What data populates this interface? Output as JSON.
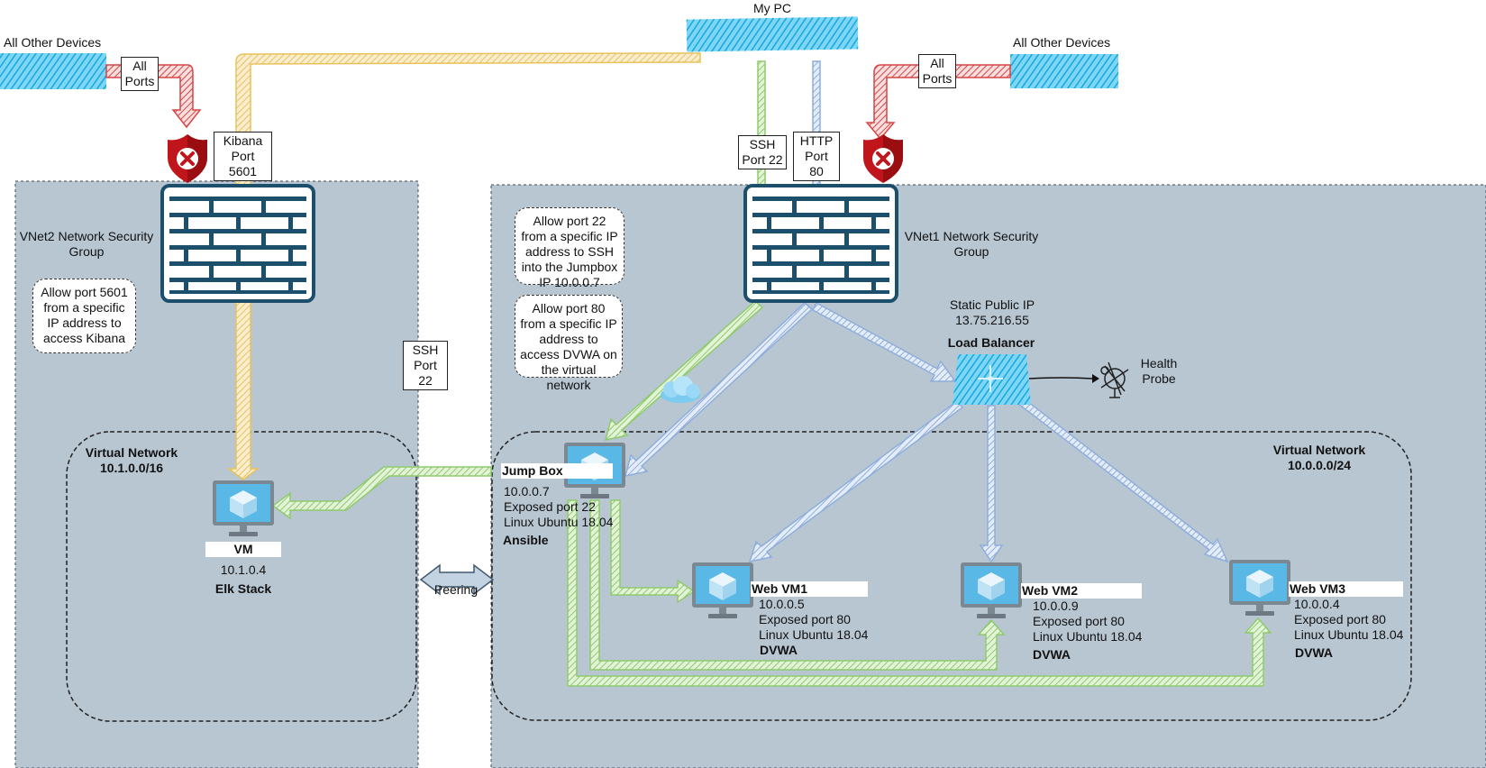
{
  "my_pc": {
    "label": "My PC"
  },
  "other_devices_left": {
    "label": "All Other Devices",
    "ports": "All Ports"
  },
  "other_devices_right": {
    "label": "All Other Devices",
    "ports": "All Ports"
  },
  "kibana_port": "Kibana Port 5601",
  "ssh_port_top": "SSH Port 22",
  "http_port": "HTTP Port 80",
  "ssh_port_mid": "SSH Port 22",
  "vnet2": {
    "title": "VNet2 Network Security Group",
    "note": "Allow port 5601 from a specific IP address to access Kibana",
    "virtual_network": "Virtual Network 10.1.0.0/16",
    "vm": {
      "name": "VM",
      "ip": "10.1.0.4",
      "role": "Elk Stack"
    }
  },
  "vnet1": {
    "title": "VNet1 Network Security Group",
    "note_ssh": "Allow port 22 from a specific IP address to SSH into the Jumpbox IP 10.0.0.7",
    "note_http": "Allow port 80 from a specific IP address to access DVWA on the virtual network",
    "virtual_network": "Virtual Network 10.0.0.0/24",
    "static_ip": "Static Public IP 13.75.216.55",
    "load_balancer": "Load Balancer",
    "health_probe": "Health Probe",
    "jump_box": {
      "name": "Jump Box",
      "ip": "10.0.0.7",
      "port": "Exposed port 22",
      "os": "Linux Ubuntu 18.04",
      "role": "Ansible"
    },
    "web_vms": [
      {
        "name": "Web VM1",
        "ip": "10.0.0.5",
        "port": "Exposed port 80",
        "os": "Linux Ubuntu 18.04",
        "role": "DVWA"
      },
      {
        "name": "Web VM2",
        "ip": "10.0.0.9",
        "port": "Exposed port 80",
        "os": "Linux Ubuntu 18.04",
        "role": "DVWA"
      },
      {
        "name": "Web VM3",
        "ip": "10.0.0.4",
        "port": "Exposed port 80",
        "os": "Linux Ubuntu 18.04",
        "role": "DVWA"
      }
    ]
  },
  "peering": "Peering",
  "colors": {
    "region_fill": "#b8c6d2",
    "firewall": "#1b4f6b",
    "device_hatch": "#29b6e8",
    "yellow_link": "#e8c25a",
    "green_link": "#8fca6e",
    "blue_link": "#8faedb",
    "red_link": "#d64545",
    "shield": "#c0161b"
  }
}
